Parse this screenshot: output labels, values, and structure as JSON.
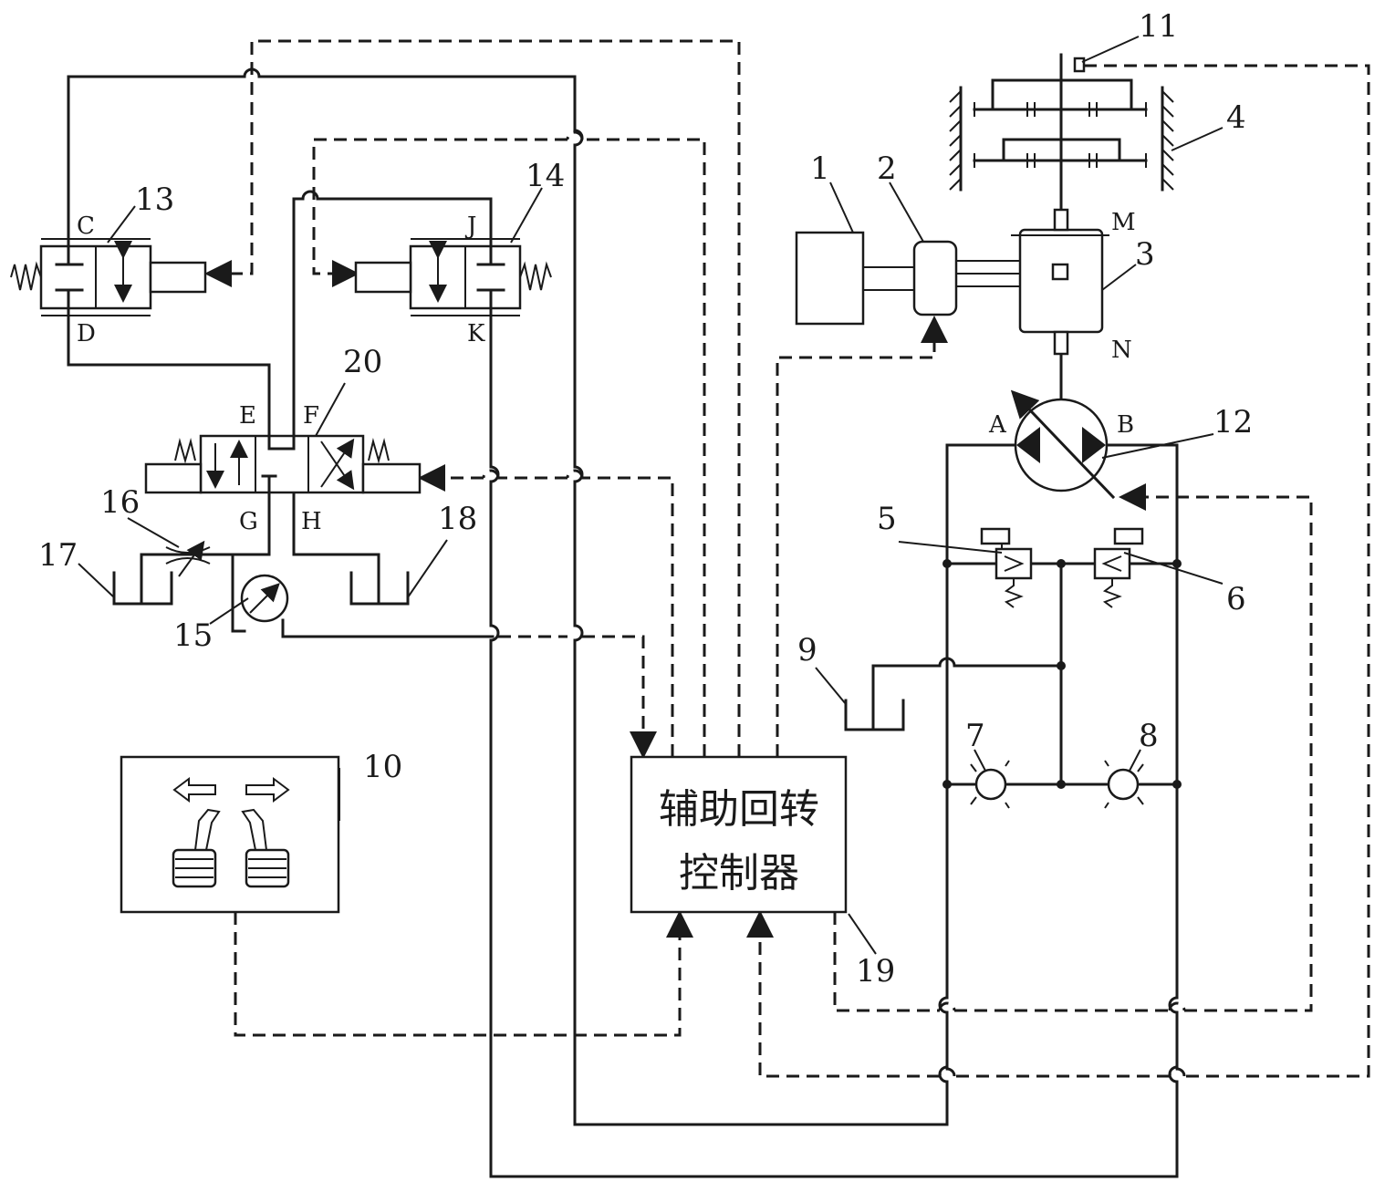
{
  "controller": {
    "line1": "辅助回转",
    "line2": "控制器"
  },
  "labels": {
    "n1": "1",
    "n2": "2",
    "n3": "3",
    "n4": "4",
    "n5": "5",
    "n6": "6",
    "n7": "7",
    "n8": "8",
    "n9": "9",
    "n10": "10",
    "n11": "11",
    "n12": "12",
    "n13": "13",
    "n14": "14",
    "n15": "15",
    "n16": "16",
    "n17": "17",
    "n18": "18",
    "n19": "19",
    "n20": "20"
  },
  "ports": {
    "A": "A",
    "B": "B",
    "C": "C",
    "D": "D",
    "E": "E",
    "F": "F",
    "G": "G",
    "H": "H",
    "J": "J",
    "K": "K",
    "M": "M",
    "N": "N"
  },
  "icons": {
    "joystick_panel": "joystick-icon",
    "arrows": [
      "arrow-left-icon",
      "arrow-right-icon"
    ]
  }
}
